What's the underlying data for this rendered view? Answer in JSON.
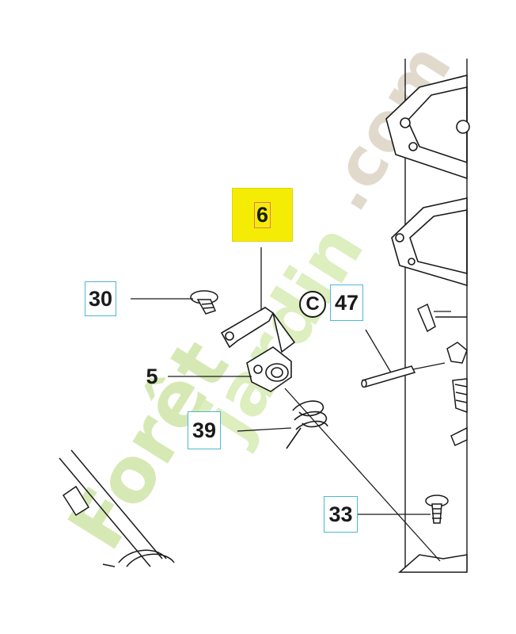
{
  "callouts": {
    "p6": "6",
    "p30": "30",
    "p5": "5",
    "p39": "39",
    "p47": "47",
    "p33": "33",
    "c_marker": "C"
  },
  "watermark": {
    "part1": "Forêt",
    "part2": "jardin",
    "part3": ".com",
    "color_green": "#c9e3a0",
    "color_brown": "#d8cfbf"
  },
  "colors": {
    "highlight": "#f5ec05",
    "callout_border": "#4fb6d6",
    "line": "#1a1a1a"
  }
}
